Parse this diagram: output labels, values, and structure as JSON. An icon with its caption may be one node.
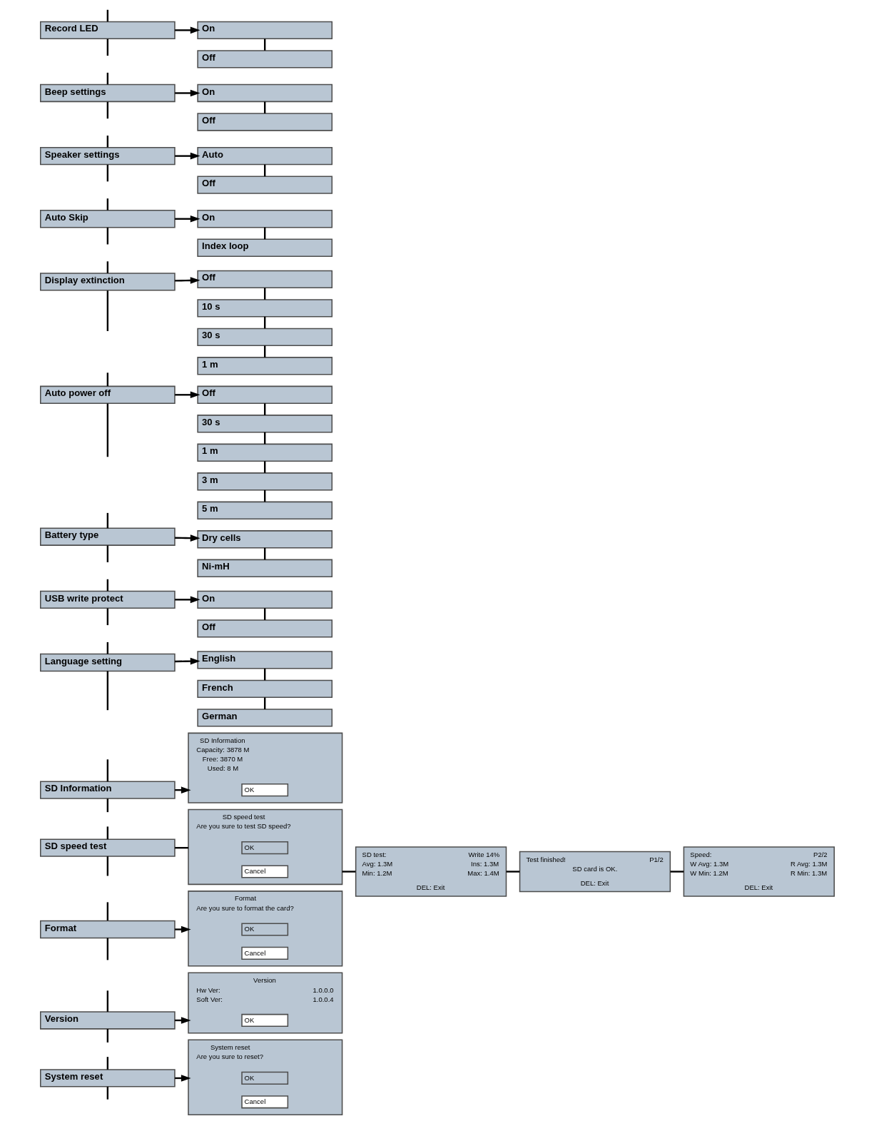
{
  "diagram": {
    "nodes": [
      {
        "text": [
          "Record LED"
        ]
      },
      {
        "text": [
          "On"
        ]
      },
      {
        "text": [
          "Off"
        ]
      },
      {
        "text": [
          "Beep settings"
        ]
      },
      {
        "text": [
          "On"
        ]
      },
      {
        "text": [
          "Off"
        ]
      },
      {
        "text": [
          "Speaker settings"
        ]
      },
      {
        "text": [
          "Auto"
        ]
      },
      {
        "text": [
          "Off"
        ]
      },
      {
        "text": [
          "Auto Skip"
        ]
      },
      {
        "text": [
          "On"
        ]
      },
      {
        "text": [
          "Index loop"
        ]
      },
      {
        "text": [
          "Display extinction"
        ]
      },
      {
        "text": [
          "Off"
        ]
      },
      {
        "text": [
          "10 s"
        ]
      },
      {
        "text": [
          "30 s"
        ]
      },
      {
        "text": [
          "1 m"
        ]
      },
      {
        "text": [
          "Auto power off"
        ]
      },
      {
        "text": [
          "Off"
        ]
      },
      {
        "text": [
          "30 s"
        ]
      },
      {
        "text": [
          "1 m"
        ]
      },
      {
        "text": [
          "3 m"
        ]
      },
      {
        "text": [
          "5 m"
        ]
      },
      {
        "text": [
          "Battery type"
        ]
      },
      {
        "text": [
          "Dry cells"
        ]
      },
      {
        "text": [
          "Ni-mH"
        ]
      },
      {
        "text": [
          "USB write protect"
        ]
      },
      {
        "text": [
          "On"
        ]
      },
      {
        "text": [
          "Off"
        ]
      },
      {
        "text": [
          "Language setting"
        ]
      },
      {
        "text": [
          "English"
        ]
      },
      {
        "text": [
          "French"
        ]
      },
      {
        "text": [
          "German"
        ]
      },
      {
        "text": [
          "SD Information"
        ]
      },
      {
        "text": [
          "SD Information",
          "Capacity: 3878 M",
          "Free: 3870 M",
          "Used: 8 M"
        ]
      },
      {
        "text": [
          "OK"
        ],
        "in": 34
      },
      {
        "text": [
          "SD speed test"
        ]
      },
      {
        "text": [
          "SD speed test",
          "Are you sure to test SD speed?"
        ]
      },
      {
        "text": [
          "OK"
        ],
        "in": 37
      },
      {
        "text": [
          "Cancel"
        ],
        "in": 37
      },
      {
        "text": [
          "SD test:",
          "Write 14%",
          "Avg: 1.3M",
          "Ins: 1.3M",
          "Min: 1.2M",
          "Max: 1.4M",
          "DEL: Exit"
        ]
      },
      {
        "text": [
          "Test finished!",
          "P1/2",
          "SD card is OK.",
          "DEL: Exit"
        ]
      },
      {
        "text": [
          "Speed:",
          "P2/2",
          "W Avg: 1.3M",
          "R Avg: 1.3M",
          "W Min: 1.2M",
          "R Min: 1.3M",
          "DEL: Exit"
        ]
      },
      {
        "text": [
          "Format"
        ]
      },
      {
        "text": [
          "Format",
          "Are you sure to format the card?"
        ]
      },
      {
        "text": [
          "OK"
        ],
        "in": 44
      },
      {
        "text": [
          "Cancel"
        ],
        "in": 44
      },
      {
        "text": [
          "Version"
        ]
      },
      {
        "text": [
          "Version",
          "Hw Ver:",
          "1.0.0.0",
          "Soft Ver:",
          "1.0.0.4"
        ]
      },
      {
        "text": [
          "OK"
        ],
        "in": 48
      },
      {
        "text": [
          "System reset"
        ]
      },
      {
        "text": [
          "System reset",
          "Are you sure to reset?"
        ]
      },
      {
        "text": [
          "OK"
        ],
        "in": 51
      },
      {
        "text": [
          "Cancel"
        ],
        "in": 51
      }
    ],
    "edges": [
      {
        "from": null,
        "to": 0,
        "arrow": "none"
      },
      {
        "from": 0,
        "to": 1,
        "arrow": "to"
      },
      {
        "from": 1,
        "to": 2,
        "arrow": "none"
      },
      {
        "from": 0,
        "to": null,
        "arrow": "none"
      },
      {
        "from": null,
        "to": 3,
        "arrow": "none"
      },
      {
        "from": 3,
        "to": 4,
        "arrow": "to"
      },
      {
        "from": 4,
        "to": 5,
        "arrow": "none"
      },
      {
        "from": 3,
        "to": null,
        "arrow": "none"
      },
      {
        "from": null,
        "to": 6,
        "arrow": "none"
      },
      {
        "from": 6,
        "to": 7,
        "arrow": "to"
      },
      {
        "from": 7,
        "to": 8,
        "arrow": "none"
      },
      {
        "from": 6,
        "to": null,
        "arrow": "none"
      },
      {
        "from": null,
        "to": 9,
        "arrow": "none"
      },
      {
        "from": 9,
        "to": 10,
        "arrow": "to"
      },
      {
        "from": 10,
        "to": 11,
        "arrow": "none"
      },
      {
        "from": 9,
        "to": null,
        "arrow": "none"
      },
      {
        "from": null,
        "to": 12,
        "arrow": "none"
      },
      {
        "from": 12,
        "to": 13,
        "arrow": "to"
      },
      {
        "from": 13,
        "to": 14,
        "arrow": "none"
      },
      {
        "from": 14,
        "to": 15,
        "arrow": "none"
      },
      {
        "from": 15,
        "to": 16,
        "arrow": "none"
      },
      {
        "from": 12,
        "to": null,
        "arrow": "none"
      },
      {
        "from": null,
        "to": 17,
        "arrow": "none"
      },
      {
        "from": 17,
        "to": 18,
        "arrow": "to"
      },
      {
        "from": 18,
        "to": 19,
        "arrow": "none"
      },
      {
        "from": 19,
        "to": 20,
        "arrow": "none"
      },
      {
        "from": 20,
        "to": 21,
        "arrow": "none"
      },
      {
        "from": 21,
        "to": 22,
        "arrow": "none"
      },
      {
        "from": 17,
        "to": null,
        "arrow": "none"
      },
      {
        "from": null,
        "to": 23,
        "arrow": "none"
      },
      {
        "from": 23,
        "to": 24,
        "arrow": "to"
      },
      {
        "from": 24,
        "to": 25,
        "arrow": "none"
      },
      {
        "from": 23,
        "to": null,
        "arrow": "none"
      },
      {
        "from": null,
        "to": 26,
        "arrow": "none"
      },
      {
        "from": 26,
        "to": 27,
        "arrow": "to"
      },
      {
        "from": 27,
        "to": 28,
        "arrow": "none"
      },
      {
        "from": 26,
        "to": null,
        "arrow": "none"
      },
      {
        "from": null,
        "to": 29,
        "arrow": "none"
      },
      {
        "from": 29,
        "to": 30,
        "arrow": "to"
      },
      {
        "from": 30,
        "to": 31,
        "arrow": "none"
      },
      {
        "from": 31,
        "to": 32,
        "arrow": "none"
      },
      {
        "from": 29,
        "to": null,
        "arrow": "none"
      },
      {
        "from": null,
        "to": 33,
        "arrow": "none"
      },
      {
        "from": 33,
        "to": 34,
        "arrow": "to"
      },
      {
        "from": 33,
        "to": null,
        "arrow": "none"
      },
      {
        "from": null,
        "to": 36,
        "arrow": "none"
      },
      {
        "from": 36,
        "to": 37,
        "arrow": "none"
      },
      {
        "from": 37,
        "to": 40,
        "arrow": "none"
      },
      {
        "from": 40,
        "to": 41,
        "arrow": "none"
      },
      {
        "from": 41,
        "to": 42,
        "arrow": "none"
      },
      {
        "from": 36,
        "to": null,
        "arrow": "none"
      },
      {
        "from": null,
        "to": 43,
        "arrow": "none"
      },
      {
        "from": 43,
        "to": 44,
        "arrow": "to"
      },
      {
        "from": 43,
        "to": null,
        "arrow": "none"
      },
      {
        "from": null,
        "to": 47,
        "arrow": "none"
      },
      {
        "from": 47,
        "to": 48,
        "arrow": "to"
      },
      {
        "from": 47,
        "to": null,
        "arrow": "none"
      },
      {
        "from": null,
        "to": 50,
        "arrow": "none"
      },
      {
        "from": 50,
        "to": 51,
        "arrow": "to"
      },
      {
        "from": 50,
        "to": null,
        "arrow": "none"
      }
    ]
  }
}
